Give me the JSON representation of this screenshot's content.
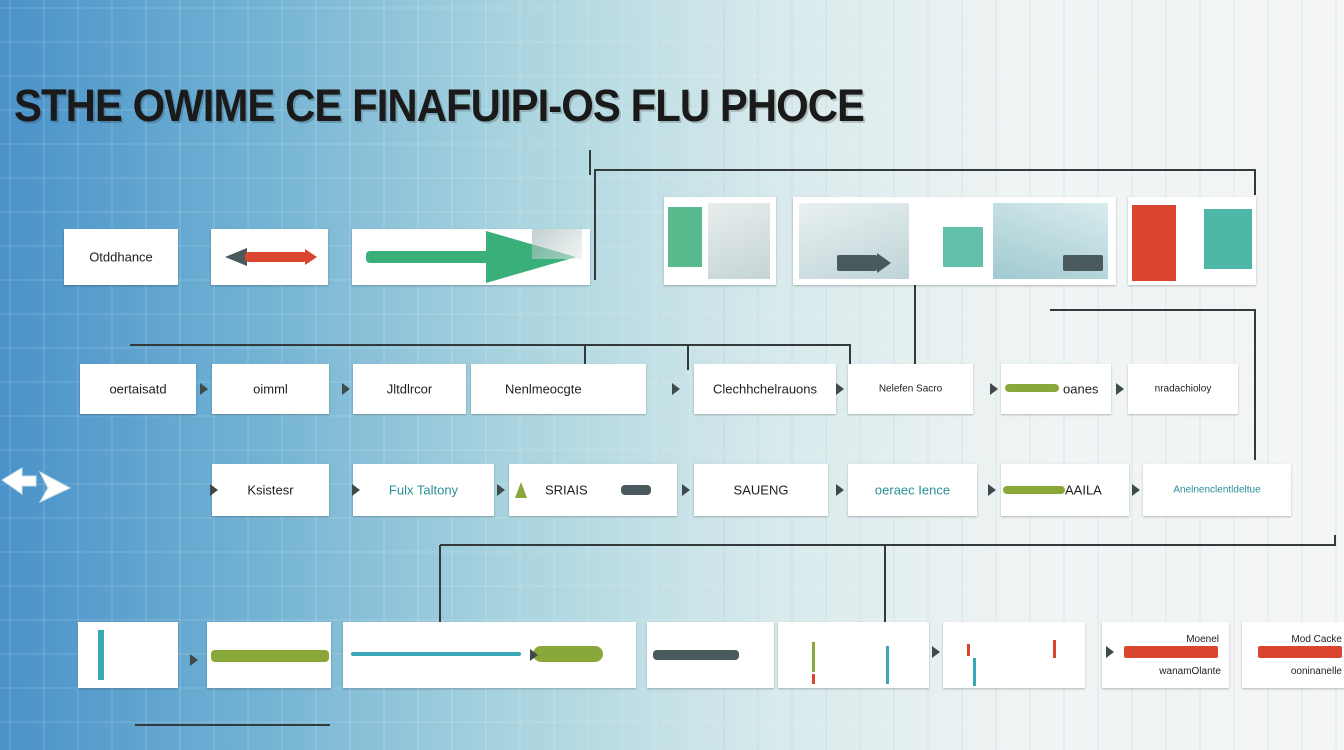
{
  "title": "STHE OWIME CE FINAFUIPI-OS FLU PHOCE",
  "row1": {
    "label_1": "Otddhance"
  },
  "row2": {
    "labels": [
      "oertaisatd",
      "oimml",
      "Jltdlrcor",
      "Nenlmeocgte",
      "Clechhchelrauons",
      "Nelefen Sacro",
      "oanes",
      "nradachioloy"
    ]
  },
  "row3": {
    "labels": [
      "Ksistesr",
      "Fulx Taltony",
      "SRIAIS",
      "SAUENG",
      "oeraec Ience",
      "AAILA",
      "Anelnenclentldeltue"
    ]
  },
  "row4": {
    "labels": [
      "Moenel",
      "wanamOlante",
      "Mod Cacke",
      "ooninanelle"
    ]
  },
  "colors": {
    "green": "#3aaf7a",
    "red": "#d9452f",
    "olive": "#8aa83a",
    "slate": "#4a5a5c",
    "teal": "#3aa7b6",
    "line": "#333a3c"
  }
}
